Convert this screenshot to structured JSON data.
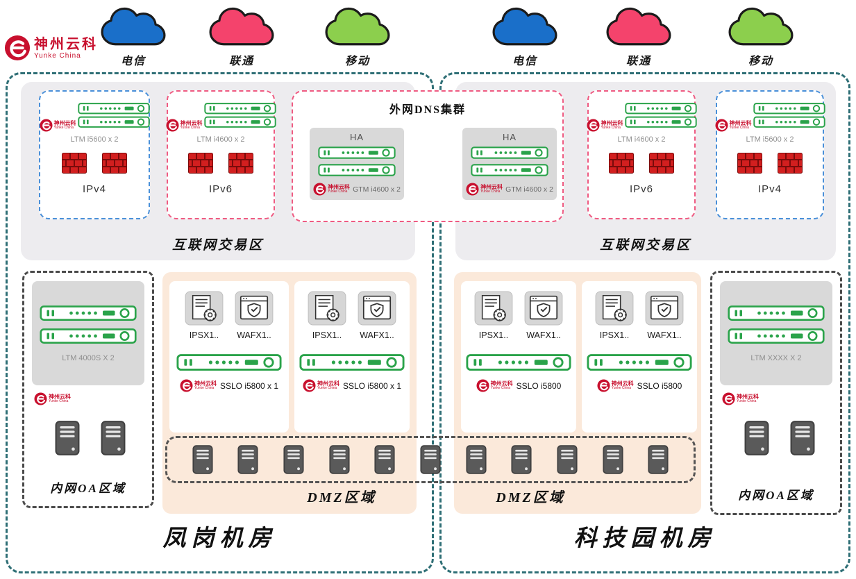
{
  "logo": {
    "title": "神州云科",
    "subtitle": "Yunke China"
  },
  "clouds": [
    {
      "label": "电信",
      "color": "#1a6fc9"
    },
    {
      "label": "联通",
      "color": "#f4436c"
    },
    {
      "label": "移动",
      "color": "#8ccf4d"
    },
    {
      "label": "电信",
      "color": "#1a6fc9"
    },
    {
      "label": "联通",
      "color": "#f4436c"
    },
    {
      "label": "移动",
      "color": "#8ccf4d"
    }
  ],
  "dns_cluster": {
    "title": "外网DNS集群",
    "ha": [
      {
        "label": "HA",
        "device": "GTM i4600 x 2"
      },
      {
        "label": "HA",
        "device": "GTM i4600 x 2"
      }
    ]
  },
  "left_site": {
    "name": "凤岗机房",
    "internet_zone": {
      "label": "互联网交易区",
      "ipv4": {
        "label": "IPv4",
        "device": "LTM i5600 x 2"
      },
      "ipv6": {
        "label": "IPv6",
        "device": "LTM i4600 x 2"
      }
    },
    "dmz": {
      "label": "DMZ区域",
      "cards": [
        {
          "ips": "IPSX1..",
          "waf": "WAFX1..",
          "sslo": "SSLO i5800 x 1"
        },
        {
          "ips": "IPSX1..",
          "waf": "WAFX1..",
          "sslo": "SSLO i5800 x 1"
        }
      ]
    },
    "oa_zone": {
      "label": "内网OA区域",
      "device": "LTM 4000S X 2"
    }
  },
  "right_site": {
    "name": "科技园机房",
    "internet_zone": {
      "label": "互联网交易区",
      "ipv6": {
        "label": "IPv6",
        "device": "LTM i4600 x 2"
      },
      "ipv4": {
        "label": "IPv4",
        "device": "LTM i5600 x 2"
      }
    },
    "dmz": {
      "label": "DMZ区域",
      "cards": [
        {
          "ips": "IPSX1..",
          "waf": "WAFX1..",
          "sslo": "SSLO i5800"
        },
        {
          "ips": "IPSX1..",
          "waf": "WAFX1..",
          "sslo": "SSLO i5800"
        }
      ]
    },
    "oa_zone": {
      "label": "内网OA区域",
      "device": "LTM XXXX X 2"
    }
  },
  "palette": {
    "brand_red": "#c8102e",
    "region_border_teal": "#2f6f76",
    "ipv4_border_blue": "#4a90d9",
    "ipv6_border_pink": "#ef5b82",
    "appliance_green": "#2aa34a",
    "dmz_background": "#fbe9da",
    "zone_gray": "#edecef"
  }
}
